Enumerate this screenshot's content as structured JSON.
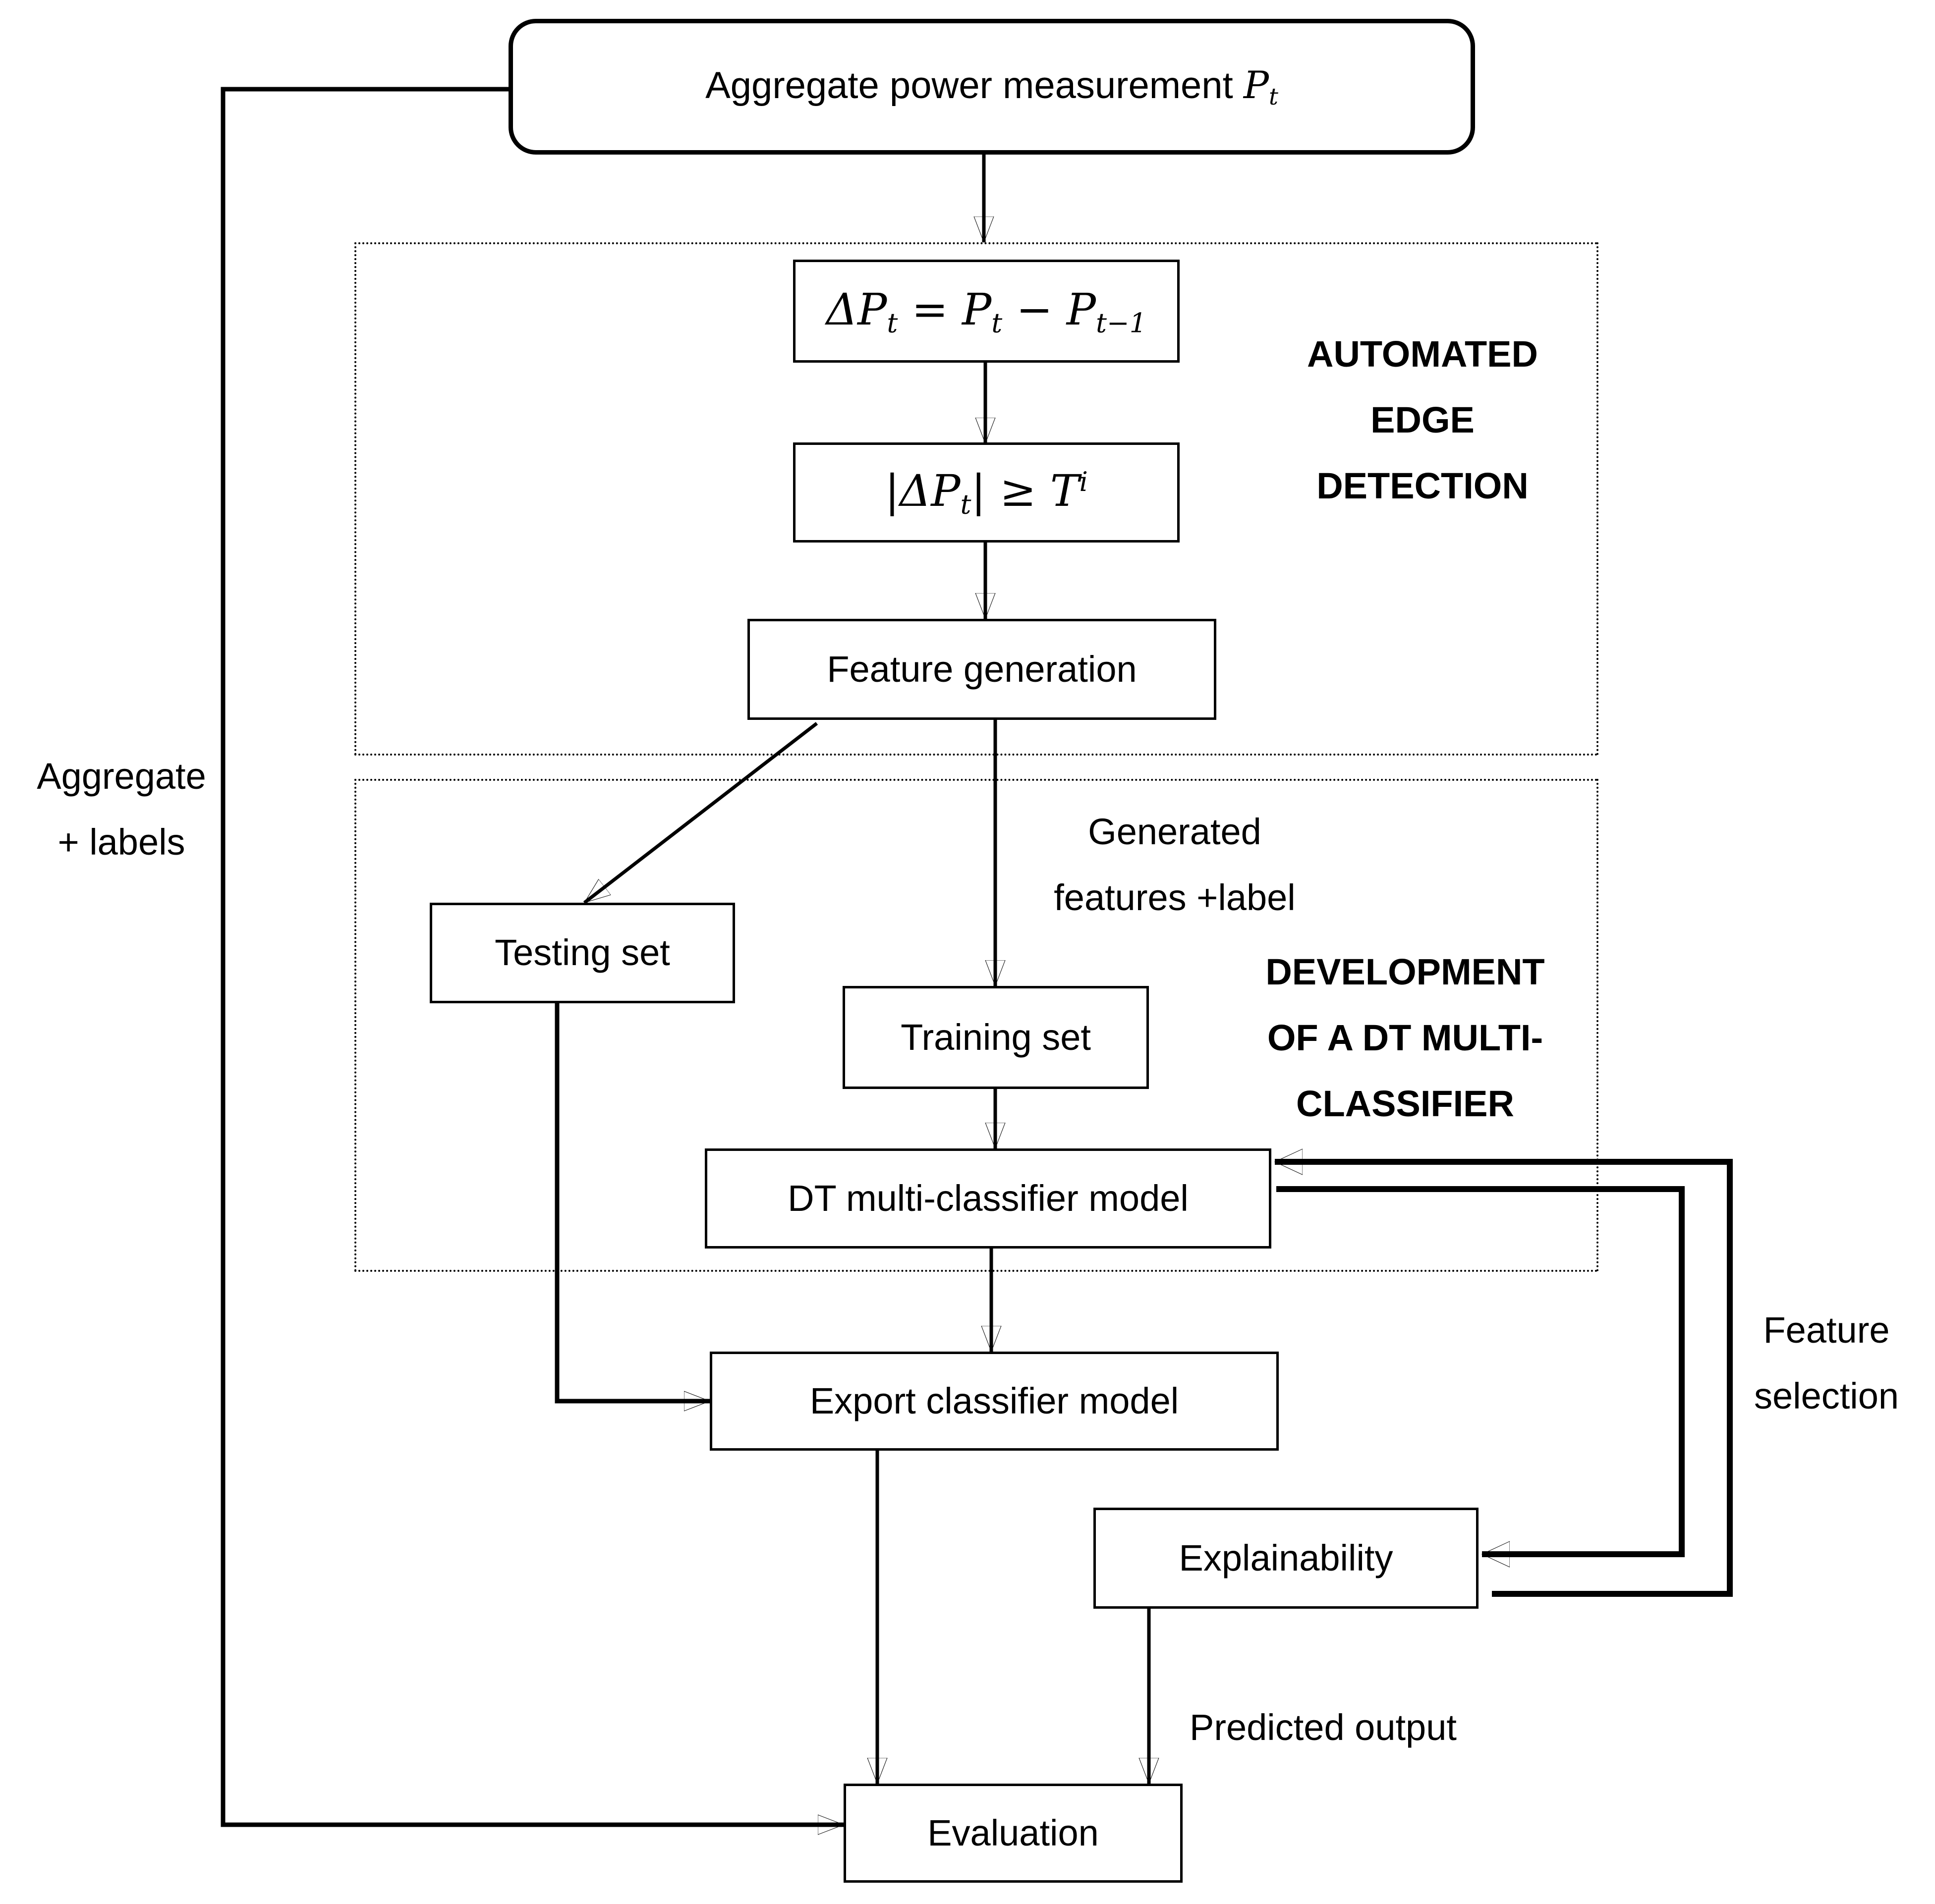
{
  "diagram": {
    "background_color": "#ffffff",
    "ink_color": "#000000"
  },
  "nodes": {
    "aggregate": {
      "label": "Aggregate power measurement ",
      "math_var": "P",
      "math_sub": "t"
    },
    "delta_formula": {
      "p1": "ΔP",
      "s1": "t",
      "p2": " = P",
      "s2": "t",
      "p3": " − P",
      "s3": "t−1"
    },
    "threshold_formula": {
      "p1": "|ΔP",
      "s1": "t",
      "p2": "| ≥ T",
      "sup": "i"
    },
    "feature_generation": {
      "label": "Feature generation"
    },
    "testing_set": {
      "label": "Testing set"
    },
    "training_set": {
      "label": "Training set"
    },
    "dt_model": {
      "label": "DT multi-classifier model"
    },
    "export_model": {
      "label": "Export classifier model"
    },
    "explainability": {
      "label": "Explainability"
    },
    "evaluation": {
      "label": "Evaluation"
    }
  },
  "sections": {
    "edge_detection": {
      "line1": "AUTOMATED",
      "line2": "EDGE",
      "line3": "DETECTION"
    },
    "dt_development": {
      "line1": "DEVELOPMENT",
      "line2": "OF A DT MULTI-",
      "line3": "CLASSIFIER"
    }
  },
  "edge_labels": {
    "aggregate_labels": {
      "line1": "Aggregate",
      "line2": "+ labels"
    },
    "generated_features": {
      "line1": "Generated",
      "line2": "features +label"
    },
    "feature_selection": {
      "line1": "Feature",
      "line2": "selection"
    },
    "predicted_output": {
      "label": "Predicted output"
    }
  }
}
